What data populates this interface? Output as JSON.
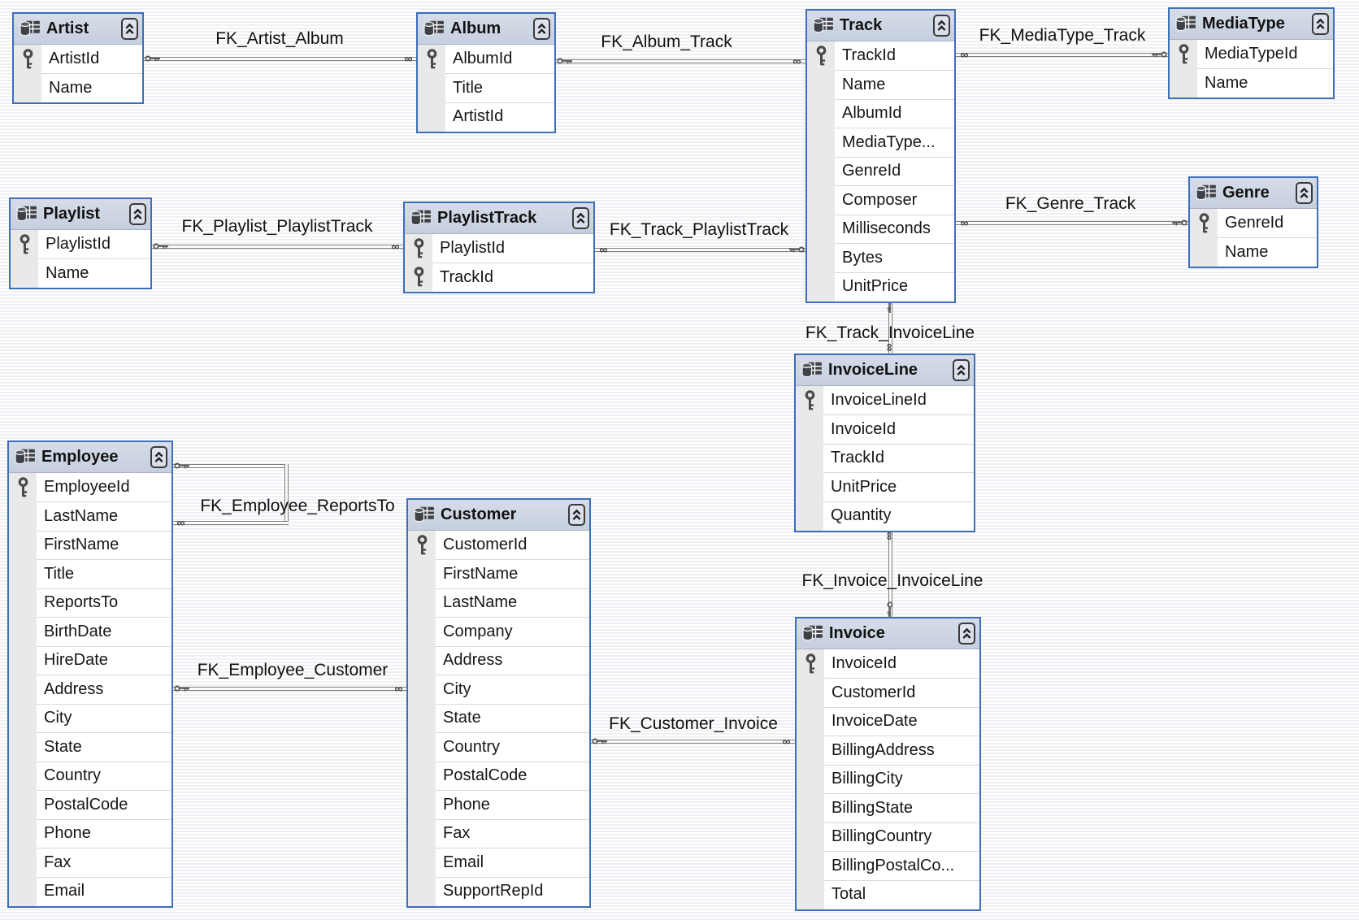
{
  "diagram": {
    "colors": {
      "table_border": "#3d6eb8",
      "header_bg": "#ccd5e3",
      "key_column_bg": "#e9e9e9",
      "background_stripe": "#eff0f4",
      "line": "#7d7d7d",
      "text": "#161616"
    },
    "icons": {
      "table": "table-icon (db cylinder + grid)",
      "collapse": "chevron-up-double-icon",
      "primary_key": "key-icon",
      "one_end": "key-end-icon",
      "many_end": "infinity-end-icon"
    },
    "tables": [
      {
        "name": "Artist",
        "columns": [
          {
            "name": "ArtistId",
            "key": true
          },
          {
            "name": "Name",
            "key": false
          }
        ]
      },
      {
        "name": "Album",
        "columns": [
          {
            "name": "AlbumId",
            "key": true
          },
          {
            "name": "Title",
            "key": false
          },
          {
            "name": "ArtistId",
            "key": false
          }
        ]
      },
      {
        "name": "Track",
        "columns": [
          {
            "name": "TrackId",
            "key": true
          },
          {
            "name": "Name",
            "key": false
          },
          {
            "name": "AlbumId",
            "key": false
          },
          {
            "name": "MediaType...",
            "key": false
          },
          {
            "name": "GenreId",
            "key": false
          },
          {
            "name": "Composer",
            "key": false
          },
          {
            "name": "Milliseconds",
            "key": false
          },
          {
            "name": "Bytes",
            "key": false
          },
          {
            "name": "UnitPrice",
            "key": false
          }
        ]
      },
      {
        "name": "MediaType",
        "columns": [
          {
            "name": "MediaTypeId",
            "key": true
          },
          {
            "name": "Name",
            "key": false
          }
        ]
      },
      {
        "name": "Genre",
        "columns": [
          {
            "name": "GenreId",
            "key": true
          },
          {
            "name": "Name",
            "key": false
          }
        ]
      },
      {
        "name": "Playlist",
        "columns": [
          {
            "name": "PlaylistId",
            "key": true
          },
          {
            "name": "Name",
            "key": false
          }
        ]
      },
      {
        "name": "PlaylistTrack",
        "columns": [
          {
            "name": "PlaylistId",
            "key": true
          },
          {
            "name": "TrackId",
            "key": true
          }
        ]
      },
      {
        "name": "InvoiceLine",
        "columns": [
          {
            "name": "InvoiceLineId",
            "key": true
          },
          {
            "name": "InvoiceId",
            "key": false
          },
          {
            "name": "TrackId",
            "key": false
          },
          {
            "name": "UnitPrice",
            "key": false
          },
          {
            "name": "Quantity",
            "key": false
          }
        ]
      },
      {
        "name": "Employee",
        "columns": [
          {
            "name": "EmployeeId",
            "key": true
          },
          {
            "name": "LastName",
            "key": false
          },
          {
            "name": "FirstName",
            "key": false
          },
          {
            "name": "Title",
            "key": false
          },
          {
            "name": "ReportsTo",
            "key": false
          },
          {
            "name": "BirthDate",
            "key": false
          },
          {
            "name": "HireDate",
            "key": false
          },
          {
            "name": "Address",
            "key": false
          },
          {
            "name": "City",
            "key": false
          },
          {
            "name": "State",
            "key": false
          },
          {
            "name": "Country",
            "key": false
          },
          {
            "name": "PostalCode",
            "key": false
          },
          {
            "name": "Phone",
            "key": false
          },
          {
            "name": "Fax",
            "key": false
          },
          {
            "name": "Email",
            "key": false
          }
        ]
      },
      {
        "name": "Customer",
        "columns": [
          {
            "name": "CustomerId",
            "key": true
          },
          {
            "name": "FirstName",
            "key": false
          },
          {
            "name": "LastName",
            "key": false
          },
          {
            "name": "Company",
            "key": false
          },
          {
            "name": "Address",
            "key": false
          },
          {
            "name": "City",
            "key": false
          },
          {
            "name": "State",
            "key": false
          },
          {
            "name": "Country",
            "key": false
          },
          {
            "name": "PostalCode",
            "key": false
          },
          {
            "name": "Phone",
            "key": false
          },
          {
            "name": "Fax",
            "key": false
          },
          {
            "name": "Email",
            "key": false
          },
          {
            "name": "SupportRepId",
            "key": false
          }
        ]
      },
      {
        "name": "Invoice",
        "columns": [
          {
            "name": "InvoiceId",
            "key": true
          },
          {
            "name": "CustomerId",
            "key": false
          },
          {
            "name": "InvoiceDate",
            "key": false
          },
          {
            "name": "BillingAddress",
            "key": false
          },
          {
            "name": "BillingCity",
            "key": false
          },
          {
            "name": "BillingState",
            "key": false
          },
          {
            "name": "BillingCountry",
            "key": false
          },
          {
            "name": "BillingPostalCo...",
            "key": false
          },
          {
            "name": "Total",
            "key": false
          }
        ]
      }
    ],
    "relationships": [
      {
        "label": "FK_Artist_Album",
        "key_end": "Artist",
        "many_end": "Album"
      },
      {
        "label": "FK_Album_Track",
        "key_end": "Album",
        "many_end": "Track"
      },
      {
        "label": "FK_MediaType_Track",
        "key_end": "MediaType",
        "many_end": "Track"
      },
      {
        "label": "FK_Genre_Track",
        "key_end": "Genre",
        "many_end": "Track"
      },
      {
        "label": "FK_Playlist_PlaylistTrack",
        "key_end": "Playlist",
        "many_end": "PlaylistTrack"
      },
      {
        "label": "FK_Track_PlaylistTrack",
        "key_end": "Track",
        "many_end": "PlaylistTrack"
      },
      {
        "label": "FK_Track_InvoiceLine",
        "key_end": "Track",
        "many_end": "InvoiceLine"
      },
      {
        "label": "FK_Invoice_InvoiceLine",
        "key_end": "Invoice",
        "many_end": "InvoiceLine"
      },
      {
        "label": "FK_Employee_ReportsTo",
        "key_end": "Employee",
        "many_end": "Employee"
      },
      {
        "label": "FK_Employee_Customer",
        "key_end": "Employee",
        "many_end": "Customer"
      },
      {
        "label": "FK_Customer_Invoice",
        "key_end": "Customer",
        "many_end": "Invoice"
      }
    ]
  }
}
